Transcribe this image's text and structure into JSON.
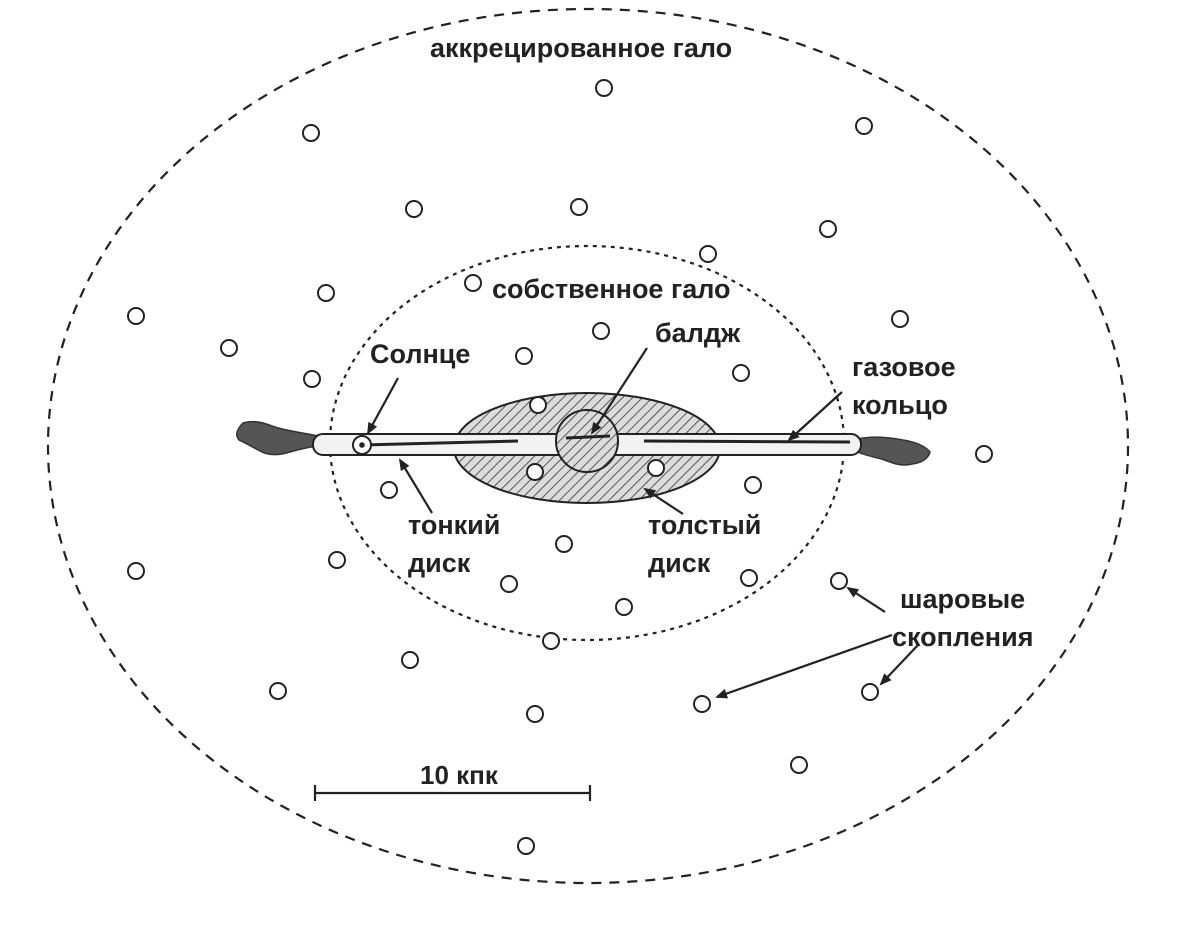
{
  "labels": {
    "accreted_halo": "аккрецированное гало",
    "own_halo": "собственное гало",
    "bulge": "балдж",
    "sun": "Солнце",
    "gas_ring_line1": "газовое",
    "gas_ring_line2": "кольцо",
    "thin_disk_line1": "тонкий",
    "thin_disk_line2": "диск",
    "thick_disk_line1": "толстый",
    "thick_disk_line2": "диск",
    "globular_line1": "шаровые",
    "globular_line2": "скопления",
    "scale_bar": "10 кпк"
  },
  "colors": {
    "ink": "#222222",
    "gas": "#555555",
    "thick_disk_fill": "#dddddd",
    "disk_fill": "#f2f2f2"
  }
}
